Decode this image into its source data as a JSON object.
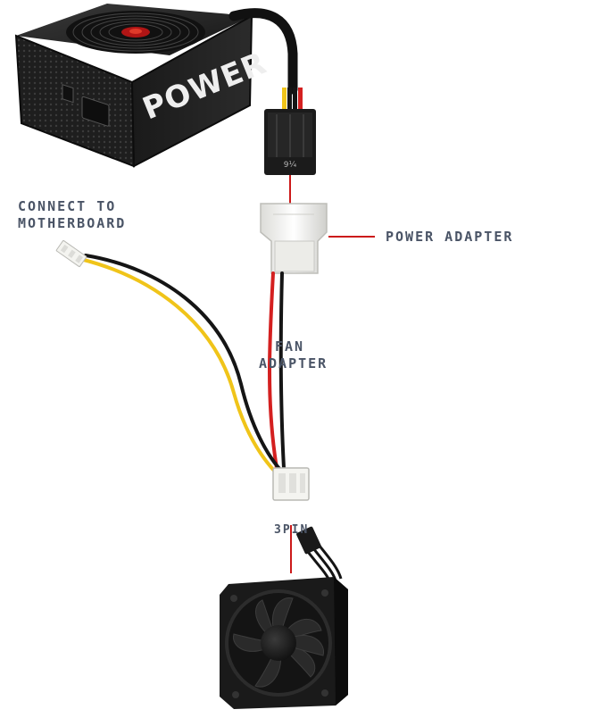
{
  "psu": {
    "brand_label": "POWER",
    "connector_mark": "9¼"
  },
  "labels": {
    "connect_to_motherboard": [
      "CONNECT TO",
      "MOTHERBOARD"
    ],
    "power_adapter": "POWER ADAPTER",
    "fan_adapter": [
      "FAN",
      "ADAPTER"
    ],
    "three_pin": "3PIN"
  },
  "colors": {
    "pointer_red": "#cc1a1a",
    "wire_red": "#d42020",
    "wire_yellow": "#f0c419",
    "wire_black": "#151515",
    "label_text": "#4a5466",
    "psu_body": "#1c1c1c",
    "molex_white": "#f4f4f0"
  },
  "icons": {
    "psu": "power-supply-icon",
    "fan": "cooling-fan-icon",
    "molex": "molex-connector-icon"
  }
}
